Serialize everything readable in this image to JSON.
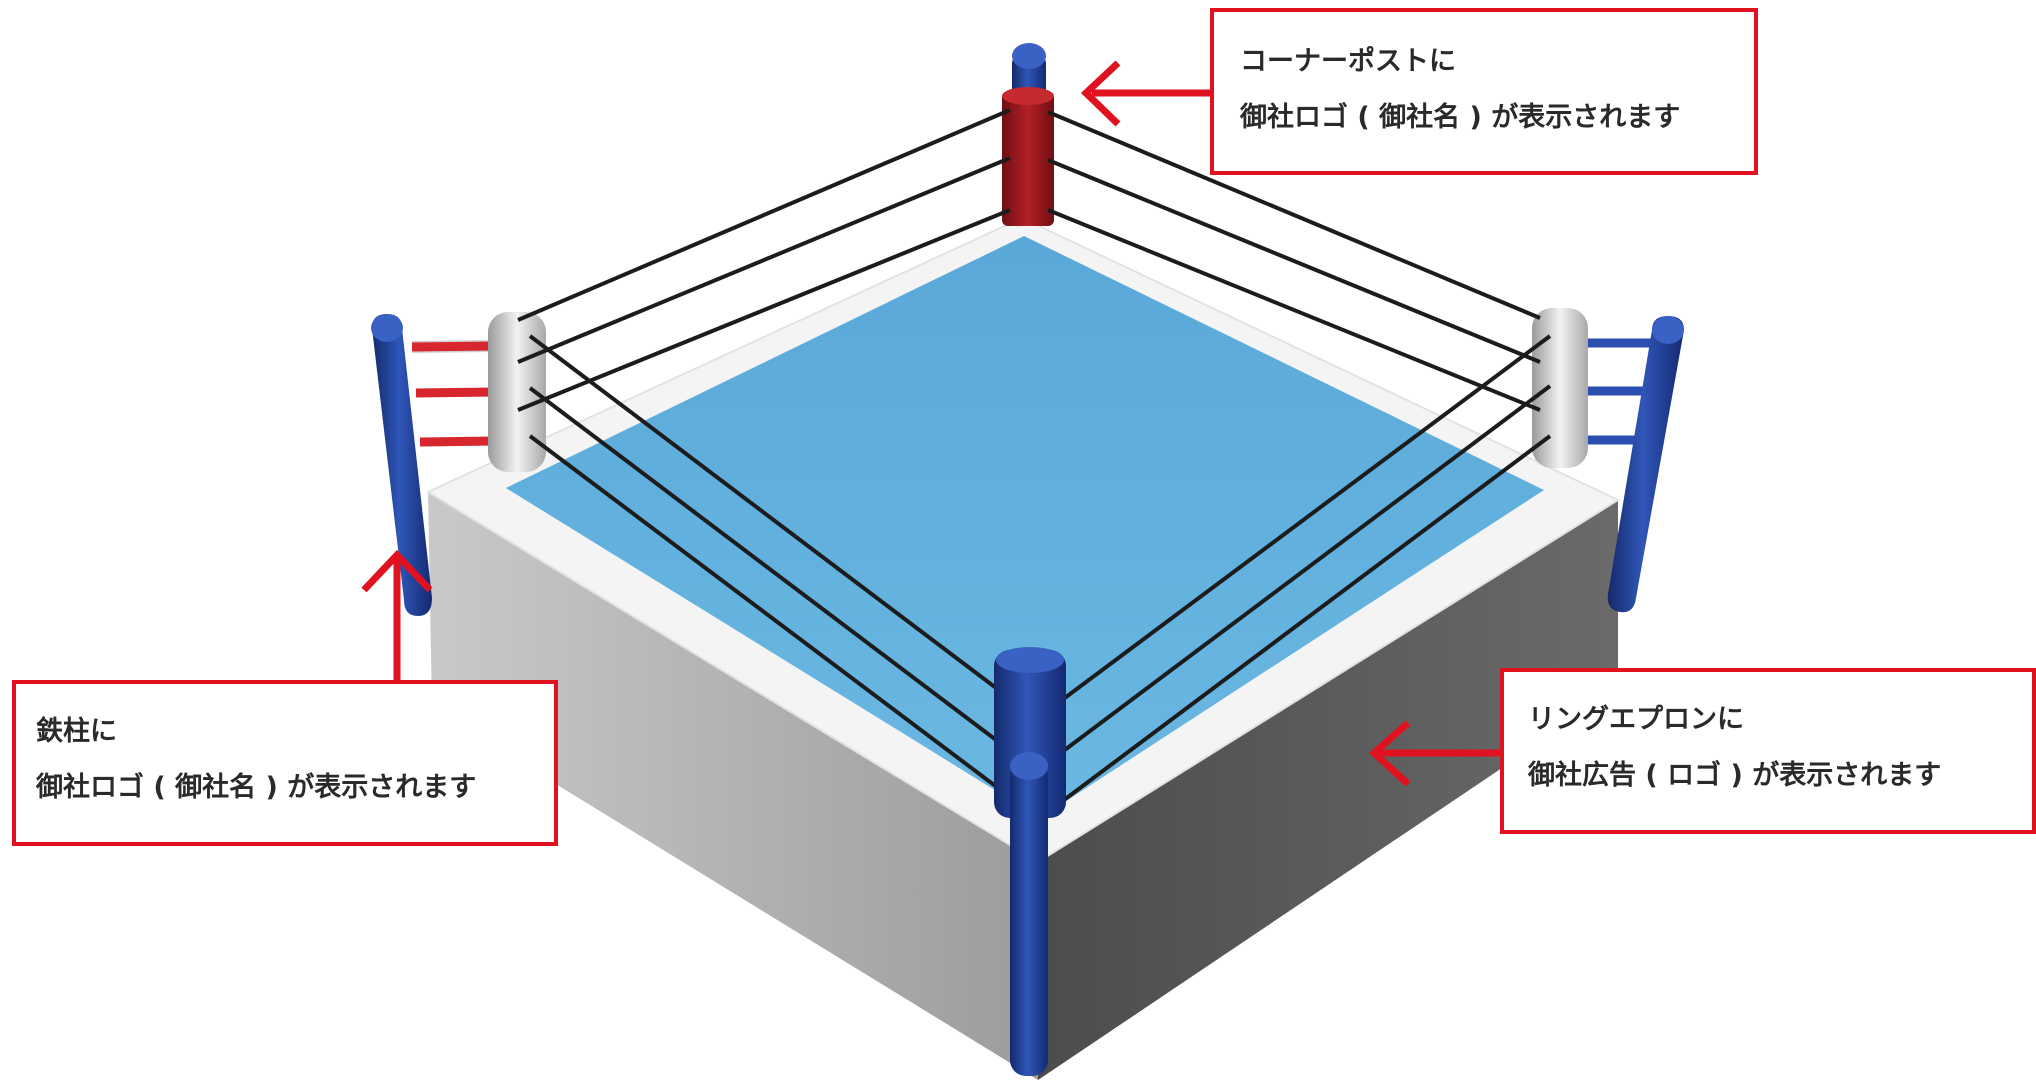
{
  "colors": {
    "accent_red": "#e0121f",
    "mat_blue": "#66b1dc",
    "post_blue": "#1f3f96",
    "corner_pad_red": "#9c1a1f",
    "apron_gray": "#9a9a9a"
  },
  "callouts": {
    "corner_post": {
      "line1": "コーナーポストに",
      "line2": "御社ロゴ ( 御社名 ) が表示されます"
    },
    "steel_post": {
      "line1": "鉄柱に",
      "line2": "御社ロゴ ( 御社名 ) が表示されます"
    },
    "ring_apron": {
      "line1": "リングエプロンに",
      "line2": "御社広告 ( ロゴ ) が表示されます"
    }
  }
}
